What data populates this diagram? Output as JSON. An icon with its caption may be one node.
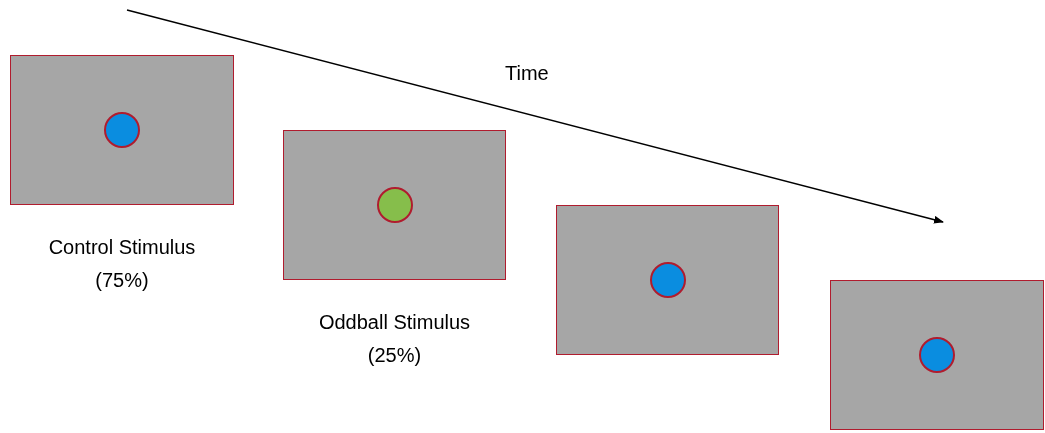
{
  "diagram": {
    "nodes": [
      {
        "text": [],
        "shape": "box",
        "beside": [
          "Control Stimulus (75%)"
        ]
      },
      {
        "text": [],
        "shape": "box",
        "beside": [
          "Oddball Stimulus (25%)"
        ]
      },
      {
        "text": [],
        "shape": "box"
      },
      {
        "text": [],
        "shape": "box"
      }
    ],
    "labels": [
      "Time"
    ]
  }
}
